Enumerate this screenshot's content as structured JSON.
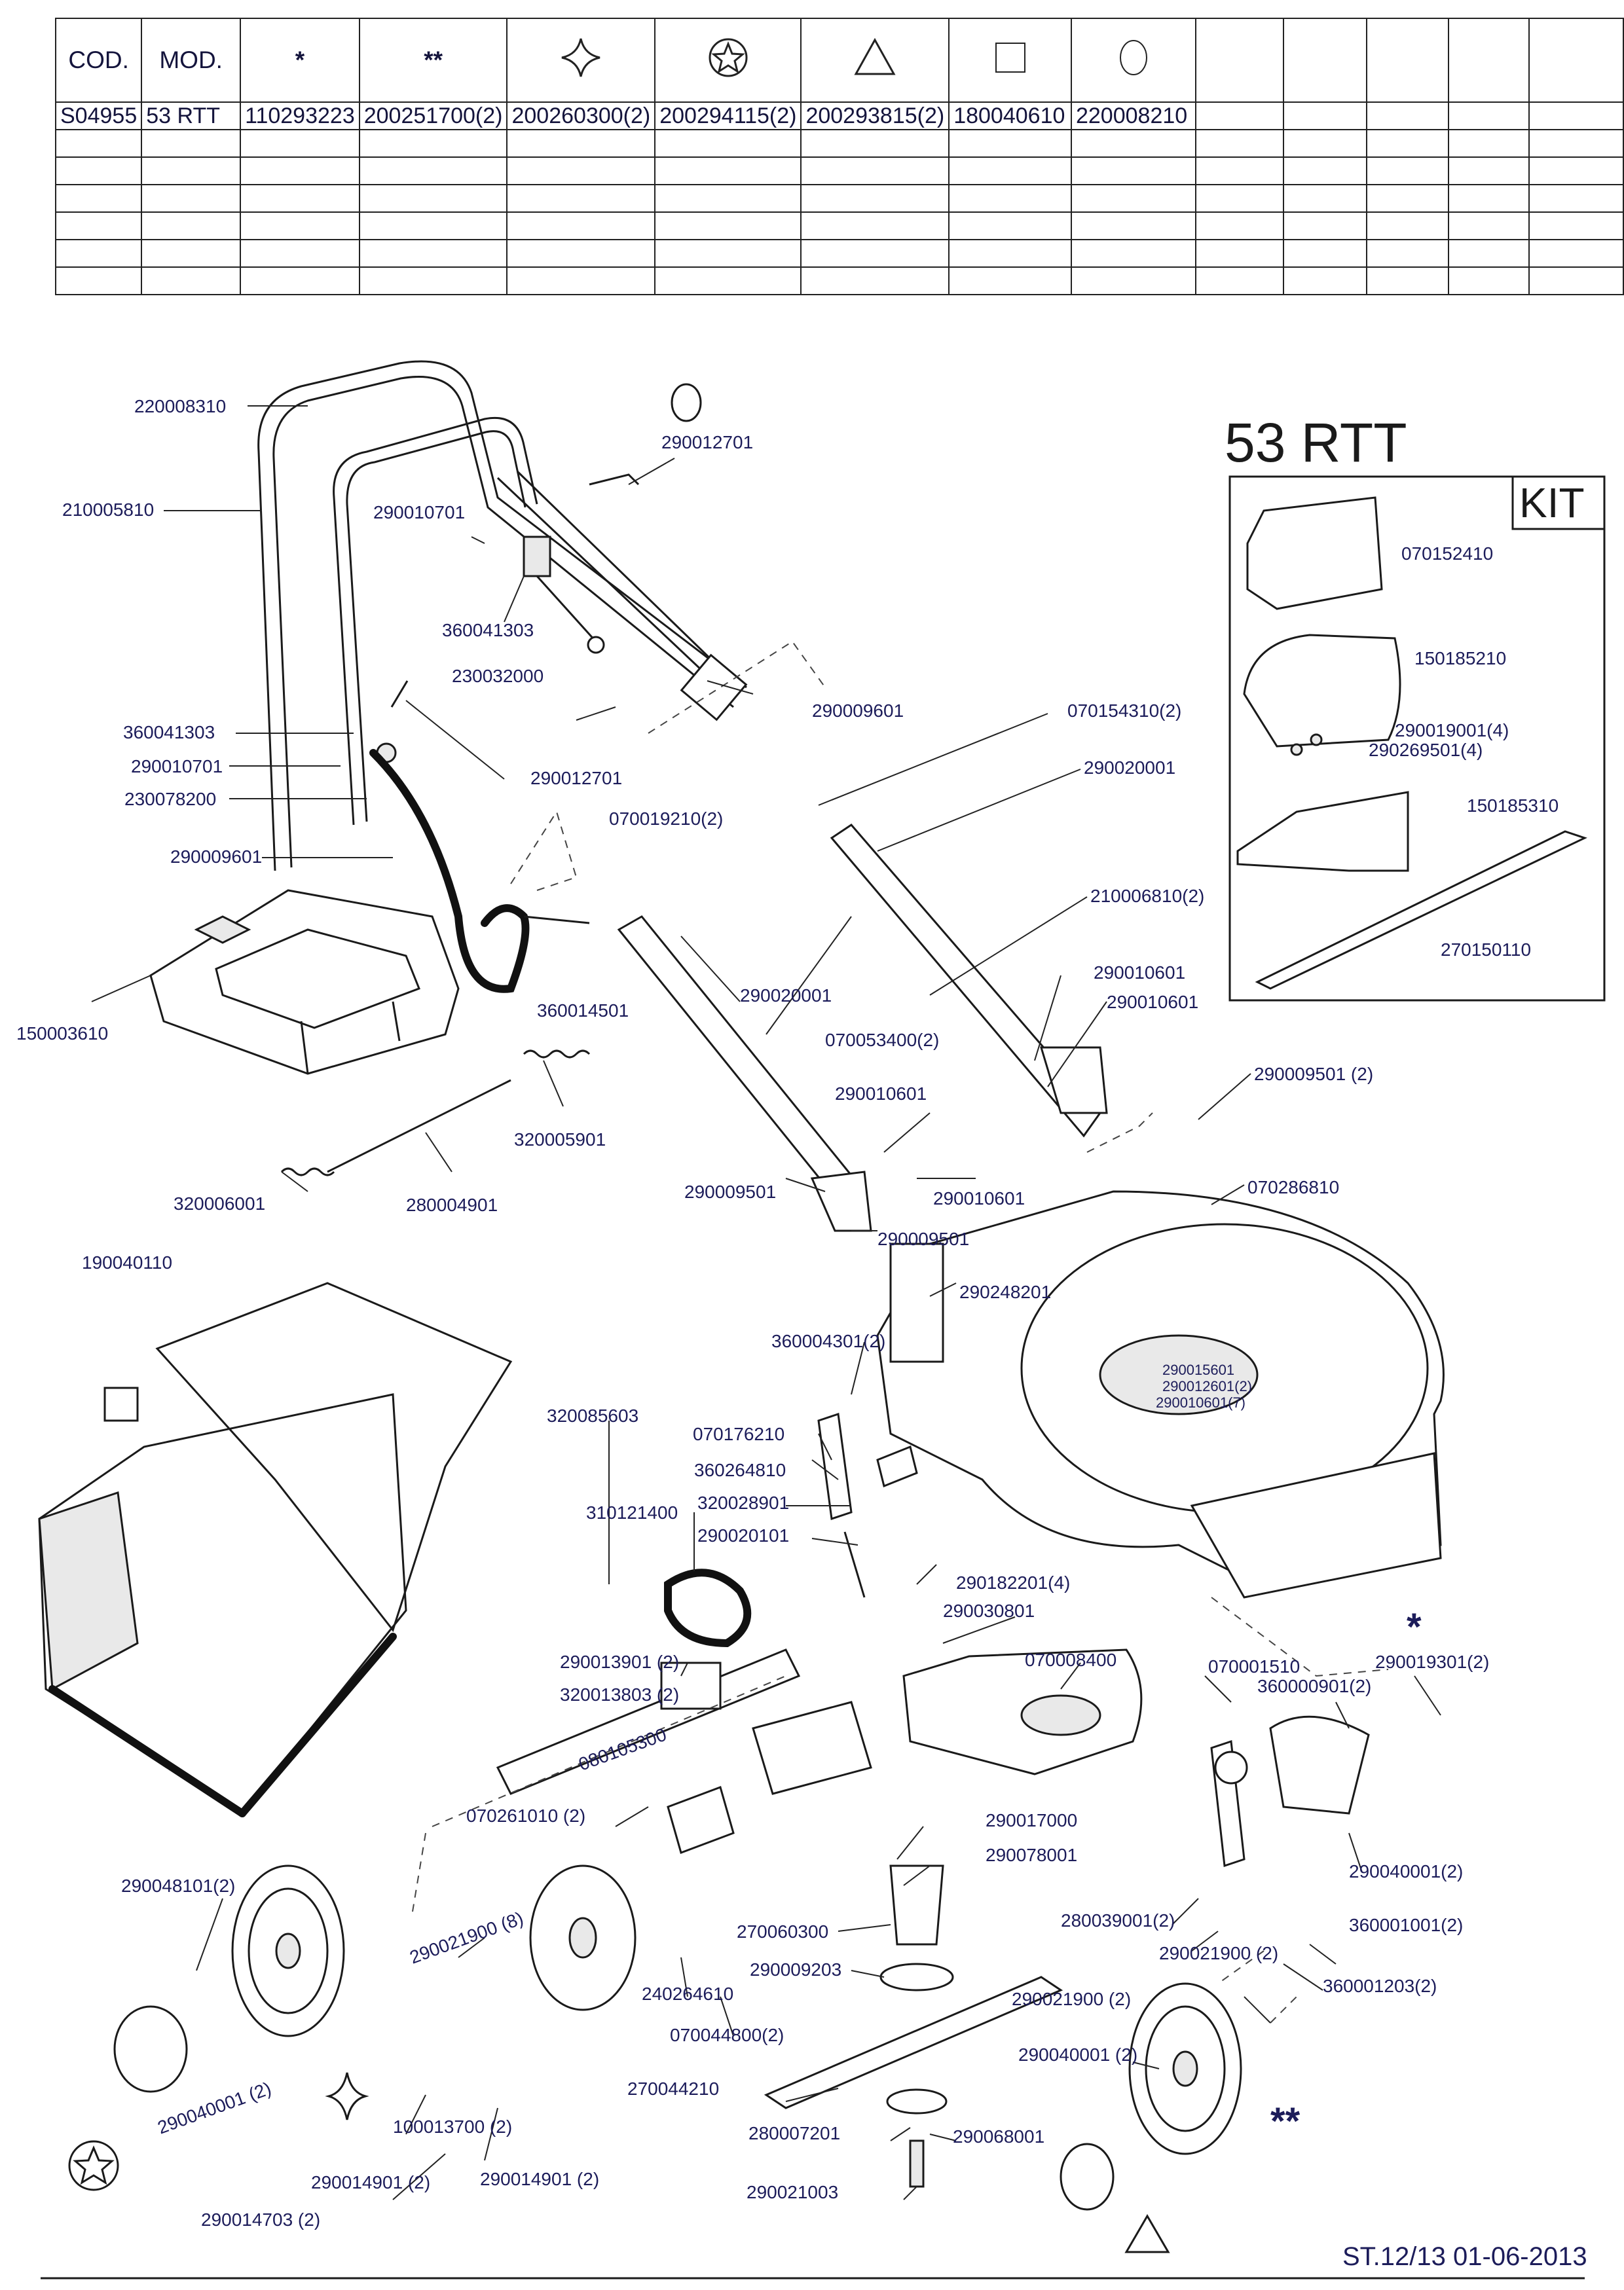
{
  "table": {
    "headers": [
      "COD.",
      "MOD.",
      "*",
      "**",
      "",
      "",
      "",
      "",
      "",
      "",
      "",
      "",
      "",
      ""
    ],
    "header_symbols": [
      "text",
      "text",
      "asterisk",
      "double-asterisk",
      "four-point-star-icon",
      "star-in-circle-icon",
      "triangle-icon",
      "square-icon",
      "circle-icon",
      "",
      "",
      "",
      "",
      ""
    ],
    "rows": [
      [
        "S04955",
        "53 RTT",
        "110293223",
        "200251700(2)",
        "200260300(2)",
        "200294115(2)",
        "200293815(2)",
        "180040610",
        "220008210",
        "",
        "",
        "",
        "",
        ""
      ],
      [
        "",
        "",
        "",
        "",
        "",
        "",
        "",
        "",
        "",
        "",
        "",
        "",
        "",
        ""
      ],
      [
        "",
        "",
        "",
        "",
        "",
        "",
        "",
        "",
        "",
        "",
        "",
        "",
        "",
        ""
      ],
      [
        "",
        "",
        "",
        "",
        "",
        "",
        "",
        "",
        "",
        "",
        "",
        "",
        "",
        ""
      ],
      [
        "",
        "",
        "",
        "",
        "",
        "",
        "",
        "",
        "",
        "",
        "",
        "",
        "",
        ""
      ],
      [
        "",
        "",
        "",
        "",
        "",
        "",
        "",
        "",
        "",
        "",
        "",
        "",
        "",
        ""
      ],
      [
        "",
        "",
        "",
        "",
        "",
        "",
        "",
        "",
        "",
        "",
        "",
        "",
        "",
        ""
      ]
    ]
  },
  "model_title": "53 RTT",
  "kit_label": "KIT",
  "kit_parts": [
    "070152410",
    "150185210",
    "290019001(4)",
    "290269501(4)",
    "150185310",
    "270150110"
  ],
  "footer": "ST.12/13  01-06-2013",
  "callouts": {
    "handle_top": "220008310",
    "handle_upper": "210005810",
    "c290012701a": "290012701",
    "c290010701a": "290010701",
    "c360041303a": "360041303",
    "c230032000": "230032000",
    "c290009601a": "290009601",
    "c360041303b": "360041303",
    "c290010701b": "290010701",
    "c230078200": "230078200",
    "c290012701b": "290012701",
    "c290009601b": "290009601",
    "c070154310": "070154310(2)",
    "c290020001a": "290020001",
    "c070019210": "070019210(2)",
    "c210006810": "210006810(2)",
    "c150003610": "150003610",
    "c360014501": "360014501",
    "c290020001b": "290020001",
    "c070053400": "070053400(2)",
    "c290010601a": "290010601",
    "c290010601b": "290010601",
    "c320005901": "320005901",
    "c320006001": "320006001",
    "c280004901": "280004901",
    "c290010601c": "290010601",
    "c290009501a": "290009501 (2)",
    "c290009501b": "290009501",
    "c290010601d": "290010601",
    "c070286810": "070286810",
    "c290009501c": "290009501",
    "c190040110": "190040110",
    "c290248201": "290248201",
    "c360004301": "360004301(2)",
    "c290015601": "290015601",
    "c290012601": "290012601(2)",
    "c290010601e": "290010601(7)",
    "c320085603": "320085603",
    "c070176210": "070176210",
    "c360264810": "360264810",
    "c310121400": "310121400",
    "c320028901": "320028901",
    "c290020101": "290020101",
    "c290182201": "290182201(4)",
    "c290030801": "290030801",
    "c070008400": "070008400",
    "c290013901": "290013901 (2)",
    "c320013803": "320013803 (2)",
    "c080105300": "080105300",
    "c070001510": "070001510",
    "c290019301": "290019301(2)",
    "c360000901": "360000901(2)",
    "c070261010": "070261010 (2)",
    "c290017000": "290017000",
    "c290078001": "290078001",
    "c290048101": "290048101(2)",
    "c290021900a": "290021900 (8)",
    "c270060300": "270060300",
    "c290009203": "290009203",
    "c240264610": "240264610",
    "c070044800": "070044800(2)",
    "c280039001": "280039001(2)",
    "c290021900b": "290021900 (2)",
    "c290040001a": "290040001(2)",
    "c360001001": "360001001(2)",
    "c360001203": "360001203(2)",
    "c290021900c": "290021900 (2)",
    "c290040001b": "290040001 (2)",
    "c290040001c": "290040001 (2)",
    "c270044210": "270044210",
    "c100013700": "100013700 (2)",
    "c290014901a": "290014901 (2)",
    "c290014901b": "290014901 (2)",
    "c280007201": "280007201",
    "c290068001": "290068001",
    "c290014703": "290014703 (2)",
    "c290021003": "290021003",
    "single_star": "*",
    "double_star": "**"
  }
}
